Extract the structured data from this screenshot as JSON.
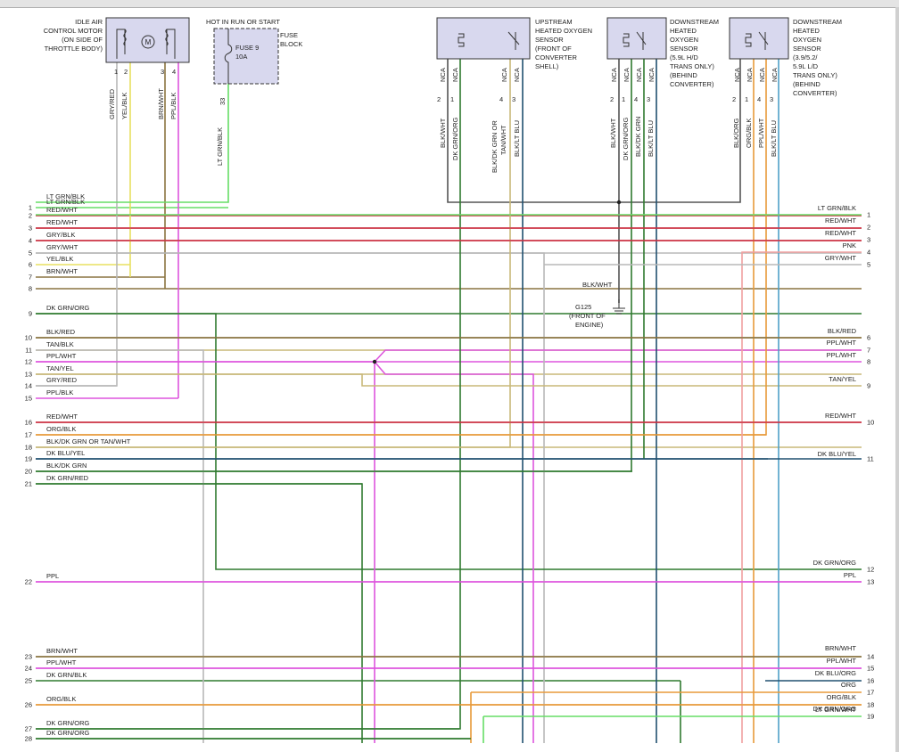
{
  "components": {
    "iac": {
      "lines": [
        "IDLE AIR",
        "CONTROL MOTOR",
        "(ON SIDE OF",
        "THROTTLE BODY)"
      ],
      "symbol": "M",
      "pins": [
        "1",
        "2",
        "3",
        "4"
      ],
      "wires": [
        "GRY/RED",
        "YEL/BLK",
        "BRN/WHT",
        "PPL/BLK"
      ]
    },
    "fuse": {
      "hot_label": "HOT IN RUN OR START",
      "block_label": [
        "FUSE",
        "BLOCK"
      ],
      "fuse_label": [
        "FUSE 9",
        "10A"
      ],
      "pin": "33",
      "wire": "LT GRN/BLK"
    },
    "o2_upstream": {
      "lines": [
        "UPSTREAM",
        "HEATED OXYGEN",
        "SENSOR",
        "(FRONT OF",
        "CONVERTER",
        "SHELL)"
      ],
      "nca": [
        "NCA",
        "NCA",
        "NCA",
        "NCA"
      ],
      "pins": [
        "2",
        "1",
        "4",
        "3"
      ],
      "wires": [
        "BLK/WHT",
        "DK GRN/ORG",
        "BLK/DK GRN OR",
        "TAN/WHT",
        "BLK/LT BLU"
      ]
    },
    "o2_downstream_a": {
      "lines": [
        "DOWNSTREAM",
        "HEATED",
        "OXYGEN",
        "SENSOR",
        "(5.9L H/D",
        "TRANS ONLY)",
        "(BEHIND",
        "CONVERTER)"
      ],
      "nca": [
        "NCA",
        "NCA",
        "NCA",
        "NCA"
      ],
      "pins": [
        "2",
        "1",
        "4",
        "3"
      ],
      "wires": [
        "BLK/WHT",
        "DK GRN/ORG",
        "BLK/DK GRN",
        "BLK/LT BLU"
      ]
    },
    "o2_downstream_b": {
      "lines": [
        "DOWNSTREAM",
        "HEATED",
        "OXYGEN",
        "SENSOR",
        "(3.9/5.2/",
        "5.9L L/D",
        "TRANS ONLY)",
        "(BEHIND",
        "CONVERTER)"
      ],
      "nca": [
        "NCA",
        "NCA",
        "NCA",
        "NCA"
      ],
      "pins": [
        "2",
        "1",
        "4",
        "3"
      ],
      "wires": [
        "BLK/ORG",
        "ORG/BLK",
        "PPL/WHT",
        "BLK/LT BLU"
      ]
    },
    "ground": {
      "wire": "BLK/WHT",
      "lines": [
        "G125",
        "(FRONT OF",
        "ENGINE)"
      ]
    }
  },
  "left_connector": [
    {
      "pin": "1",
      "label": "LT GRN/BLK"
    },
    {
      "pin": "2",
      "label": "RED/WHT"
    },
    {
      "pin": "3",
      "label": "RED/WHT"
    },
    {
      "pin": "4",
      "label": "GRY/BLK"
    },
    {
      "pin": "5",
      "label": "GRY/WHT"
    },
    {
      "pin": "6",
      "label": "YEL/BLK"
    },
    {
      "pin": "7",
      "label": "BRN/WHT"
    },
    {
      "pin": "8",
      "label": ""
    },
    {
      "pin": "9",
      "label": "DK GRN/ORG"
    },
    {
      "pin": "10",
      "label": "BLK/RED"
    },
    {
      "pin": "11",
      "label": "TAN/BLK"
    },
    {
      "pin": "12",
      "label": "PPL/WHT"
    },
    {
      "pin": "13",
      "label": "TAN/YEL"
    },
    {
      "pin": "14",
      "label": "GRY/RED"
    },
    {
      "pin": "15",
      "label": "PPL/BLK"
    },
    {
      "pin": "16",
      "label": "RED/WHT"
    },
    {
      "pin": "17",
      "label": "ORG/BLK"
    },
    {
      "pin": "18",
      "label": "BLK/DK GRN OR TAN/WHT"
    },
    {
      "pin": "19",
      "label": "DK BLU/YEL"
    },
    {
      "pin": "20",
      "label": "BLK/DK GRN"
    },
    {
      "pin": "21",
      "label": "DK GRN/RED"
    },
    {
      "pin": "22",
      "label": "PPL"
    },
    {
      "pin": "23",
      "label": "BRN/WHT"
    },
    {
      "pin": "24",
      "label": "PPL/WHT"
    },
    {
      "pin": "25",
      "label": "DK GRN/BLK"
    },
    {
      "pin": "26",
      "label": "ORG/BLK"
    },
    {
      "pin": "27",
      "label": "DK GRN/ORG"
    },
    {
      "pin": "28",
      "label": "DK GRN/ORG"
    }
  ],
  "left_extra_label": "LT GRN/BLK",
  "right_connector": [
    {
      "pin": "1",
      "label": "LT GRN/BLK"
    },
    {
      "pin": "2",
      "label": "RED/WHT"
    },
    {
      "pin": "3",
      "label": "RED/WHT"
    },
    {
      "pin": "4",
      "label": "PNK"
    },
    {
      "pin": "5",
      "label": "GRY/WHT"
    },
    {
      "pin": "6",
      "label": "BLK/RED"
    },
    {
      "pin": "7",
      "label": "PPL/WHT"
    },
    {
      "pin": "8",
      "label": "PPL/WHT"
    },
    {
      "pin": "9",
      "label": "TAN/YEL"
    },
    {
      "pin": "10",
      "label": "RED/WHT"
    },
    {
      "pin": "11",
      "label": "DK BLU/YEL"
    },
    {
      "pin": "12",
      "label": "DK GRN/ORG"
    },
    {
      "pin": "13",
      "label": "PPL"
    },
    {
      "pin": "14",
      "label": "BRN/WHT"
    },
    {
      "pin": "15",
      "label": "PPL/WHT"
    },
    {
      "pin": "16",
      "label": "DK BLU/ORG"
    },
    {
      "pin": "",
      "label": "ORG"
    },
    {
      "pin": "17",
      "label": "ORG/BLK"
    },
    {
      "pin": "18",
      "label": "DK GRN/ORG"
    },
    {
      "pin": "19",
      "label": "LT GRN/WHT"
    }
  ],
  "colors": {
    "LT GRN": "#66dd66",
    "RED": "#cc3344",
    "GRY": "#b8b8b8",
    "YEL": "#e8e060",
    "BRN": "#8a7440",
    "DK GRN": "#2f7a2f",
    "BLK": "#333333",
    "TAN": "#c8b878",
    "PPL": "#dd55dd",
    "ORG": "#e89a3a",
    "PNK": "#f0a0a0",
    "DK BLU": "#205070",
    "LT BLU": "#4fa0c8",
    "component_fill": "#d8d8ee"
  }
}
